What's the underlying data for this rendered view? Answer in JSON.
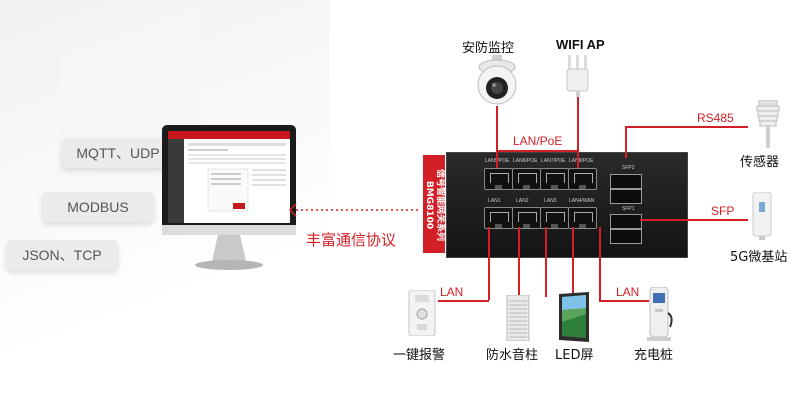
{
  "protocols": [
    "MQTT、UDP",
    "MODBUS",
    "JSON、TCP"
  ],
  "arrow_label": "丰富通信协议",
  "device": {
    "side_label_1": "信号智能网关系列",
    "side_label_2": "BMG8100",
    "top_ports": [
      "LAN5/POE",
      "LAN6/POE",
      "LAN7/POE",
      "LAN8/POE"
    ],
    "bottom_ports": [
      "LAN1",
      "LAN2",
      "LAN3",
      "LAN4/WAN"
    ],
    "sfp_ports": [
      "SFP2",
      "SFP1"
    ]
  },
  "connections": {
    "lan_poe": "LAN/PoE",
    "rs485": "RS485",
    "sfp": "SFP",
    "lan_left": "LAN",
    "lan_right": "LAN"
  },
  "devices": {
    "camera": "安防监控",
    "wifi": "WIFI AP",
    "sensor": "传感器",
    "base_station": "5G微基站",
    "alarm": "一键报警",
    "speaker": "防水音柱",
    "led": "LED屏",
    "charger": "充电桩"
  },
  "colors": {
    "accent": "#d32027",
    "device_body": "#1a1a1a"
  }
}
